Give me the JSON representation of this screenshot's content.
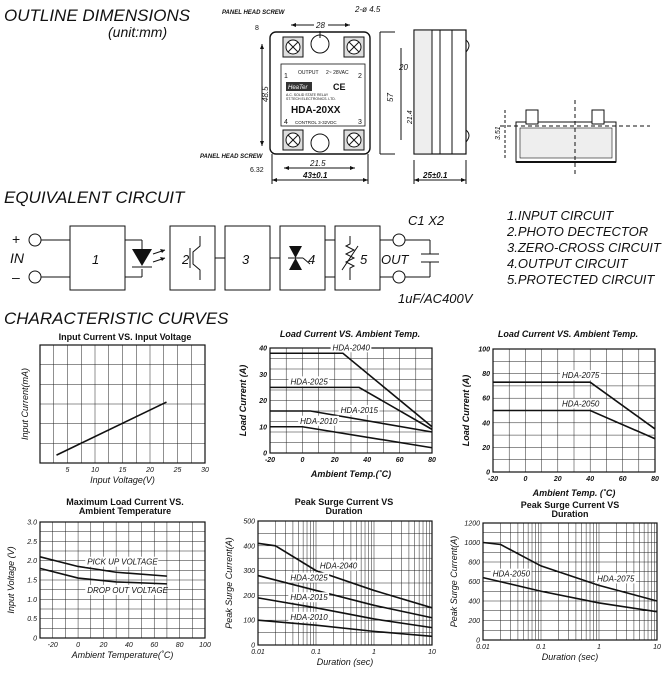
{
  "outline": {
    "title": "OUTLINE DIMENSIONS",
    "unit": "(unit:mm)",
    "panel_head_screw_top": "PANEL HEAD SCREW",
    "panel_head_screw_bottom": "PANEL HEAD SCREW",
    "screw_size": "6.32",
    "dim_28": "28",
    "dim_hole": "2-ø 4.5",
    "dim_8": "8",
    "dim_48_5": "48.5",
    "dim_57": "57",
    "dim_20": "20",
    "dim_21_4": "21.4",
    "dim_21_5": "21.5",
    "dim_43": "43±0.1",
    "dim_25": "25±0.1",
    "dim_3_51": "3.51",
    "label_output": "OUTPUT",
    "label_rating": "2~ 28VAC",
    "label_brand": "HeaTer",
    "label_model": "HDA-20XX",
    "label_desc1": "A.C. SOLID STATE RELAY",
    "label_desc2": "ST.TECH ELECTRONICS. LTD.",
    "label_control": "CONTROL 3-32VDC",
    "pin1": "1",
    "pin2": "2",
    "pin3": "3",
    "pin4": "4"
  },
  "circuit": {
    "title": "EQUIVALENT  CIRCUIT",
    "plus": "+",
    "minus": "–",
    "in_label": "IN",
    "out_label": "OUT",
    "c1x2": "C1 X2",
    "cap_label": "1uF/AC400V",
    "blocks": [
      "1",
      "2",
      "3",
      "4",
      "5"
    ],
    "legend": [
      "1.INPUT  CIRCUIT",
      "2.PHOTO  DECTECTOR",
      "3.ZERO-CROSS CIRCUIT",
      "4.OUTPUT  CIRCUIT",
      "5.PROTECTED  CIRCUIT"
    ]
  },
  "curves_title": "CHARACTERISTIC  CURVES",
  "chart_data": [
    {
      "type": "line",
      "title": "Input Current VS. Input Voltage",
      "xlabel": "Input  Voltage(V)",
      "ylabel": "Input Current(mA)",
      "xlim": [
        0,
        30
      ],
      "ylim": [
        0,
        30
      ],
      "xticks": [
        "5",
        "10",
        "15",
        "20",
        "25",
        "30"
      ],
      "yticks": [],
      "series": [
        {
          "x": [
            3,
            23
          ],
          "y": [
            2,
            15.5
          ]
        }
      ]
    },
    {
      "type": "line",
      "title": "Load Current VS.  Ambient Temp.",
      "xlabel": "Ambient Temp.(˚C)",
      "ylabel": "Load Current (A)",
      "xlim": [
        -20,
        80
      ],
      "ylim": [
        0,
        40
      ],
      "xticks": [
        "-20",
        "0",
        "20",
        "40",
        "60",
        "80"
      ],
      "yticks": [
        "0",
        "10",
        "20",
        "30",
        "40"
      ],
      "series": [
        {
          "name": "HDA-2040",
          "x": [
            -20,
            25,
            80
          ],
          "y": [
            38,
            38,
            10
          ]
        },
        {
          "name": "HDA-2025",
          "x": [
            -20,
            35,
            80
          ],
          "y": [
            25,
            25,
            9
          ]
        },
        {
          "name": "HDA-2015",
          "x": [
            -20,
            5,
            80
          ],
          "y": [
            16,
            16,
            8
          ]
        },
        {
          "name": "HDA-2010",
          "x": [
            -20,
            0,
            80
          ],
          "y": [
            10,
            10,
            2
          ]
        }
      ]
    },
    {
      "type": "line",
      "title": "Load Current VS.  Ambient Temp.",
      "xlabel": "Ambient Temp. (˚C)",
      "ylabel": "Load Current (A)",
      "xlim": [
        -20,
        80
      ],
      "ylim": [
        0,
        100
      ],
      "xticks": [
        "-20",
        "0",
        "20",
        "40",
        "60",
        "80"
      ],
      "yticks": [
        "0",
        "20",
        "40",
        "60",
        "80",
        "100"
      ],
      "series": [
        {
          "name": "HDA-2075",
          "x": [
            -20,
            40,
            80
          ],
          "y": [
            73,
            73,
            35
          ]
        },
        {
          "name": "HDA-2050",
          "x": [
            -20,
            40,
            80
          ],
          "y": [
            50,
            50,
            27
          ]
        }
      ]
    },
    {
      "type": "line",
      "title": "Maximum Load Current VS.",
      "subtitle": "Ambient  Temperature",
      "xlabel": "Ambient Temperature(˚C)",
      "ylabel": "Input Voltage (V)",
      "xlim": [
        -30,
        100
      ],
      "ylim": [
        0,
        3
      ],
      "xticks": [
        "-20",
        "0",
        "20",
        "40",
        "60",
        "80",
        "100"
      ],
      "yticks": [
        "0",
        "0.5",
        "1.0",
        "1.5",
        "2.0",
        "2.5",
        "3.0"
      ],
      "series": [
        {
          "name": "PICK UP VOLTAGE",
          "x": [
            -30,
            0,
            30,
            70
          ],
          "y": [
            2.1,
            1.85,
            1.7,
            1.6
          ]
        },
        {
          "name": "DROP OUT VOLTAGE",
          "x": [
            -30,
            0,
            30,
            70
          ],
          "y": [
            1.8,
            1.55,
            1.45,
            1.4
          ]
        }
      ]
    },
    {
      "type": "line",
      "title": "Peak Surge Current VS",
      "subtitle": "Duration",
      "xlabel": "Duration (sec)",
      "ylabel": "Peak Surge Current(A)",
      "xscale": "log",
      "xlim": [
        0.01,
        10
      ],
      "ylim": [
        0,
        500
      ],
      "xticks": [
        "0.01",
        "0.1",
        "1",
        "10"
      ],
      "yticks": [
        "0",
        "100",
        "200",
        "300",
        "400",
        "500"
      ],
      "series": [
        {
          "name": "HDA-2040",
          "x": [
            0.01,
            0.02,
            0.1,
            1,
            10
          ],
          "y": [
            410,
            400,
            300,
            220,
            150
          ]
        },
        {
          "name": "HDA-2025",
          "x": [
            0.01,
            0.1,
            1,
            10
          ],
          "y": [
            280,
            220,
            160,
            110
          ]
        },
        {
          "name": "HDA-2015",
          "x": [
            0.01,
            0.1,
            1,
            10
          ],
          "y": [
            190,
            150,
            105,
            70
          ]
        },
        {
          "name": "HDA-2010",
          "x": [
            0.01,
            0.1,
            1,
            10
          ],
          "y": [
            100,
            80,
            55,
            35
          ]
        }
      ]
    },
    {
      "type": "line",
      "title": "Peak Surge Current VS",
      "subtitle": "Duration",
      "xlabel": "Duration (sec)",
      "ylabel": "Peak Surge Current(A)",
      "xscale": "log",
      "xlim": [
        0.01,
        10
      ],
      "ylim": [
        0,
        1200
      ],
      "xticks": [
        "0.01",
        "0.1",
        "1",
        "10"
      ],
      "yticks": [
        "0",
        "200",
        "400",
        "600",
        "800",
        "1000",
        "1200"
      ],
      "series": [
        {
          "name": "HDA-2075",
          "x": [
            0.01,
            0.02,
            0.1,
            1,
            10
          ],
          "y": [
            1000,
            980,
            760,
            560,
            400
          ]
        },
        {
          "name": "HDA-2050",
          "x": [
            0.01,
            0.1,
            1,
            10
          ],
          "y": [
            640,
            500,
            380,
            290
          ]
        }
      ]
    }
  ]
}
